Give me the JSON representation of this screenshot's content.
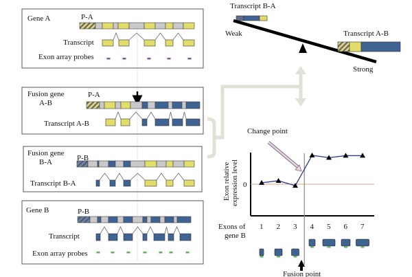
{
  "colors": {
    "gene_a_exon": "#e2dc6a",
    "gene_b_exon": "#3f6393",
    "intron": "#c9c9c9",
    "promoter_a": "#8a8450",
    "promoter_b": "#5f6e88",
    "probe_a": "#7a5a90",
    "probe_b": "#5fb05a",
    "bracket": "#e3e0d6",
    "zero_line": "#d9a18e",
    "line": "#2b3a8a"
  },
  "panels": {
    "gene_a": {
      "title": "Gene A",
      "promoter": "P-A",
      "transcript_label": "Transcript",
      "probes_label": "Exon array probes"
    },
    "fusion_ab": {
      "title_line1": "Fusion gene",
      "title_line2": "A-B",
      "promoter": "P-A",
      "transcript_label": "Transcript A-B"
    },
    "fusion_ba": {
      "title_line1": "Fusion gene",
      "title_line2": "B-A",
      "promoter": "P-B",
      "transcript_label": "Transcript B-A"
    },
    "gene_b": {
      "title": "Gene B",
      "promoter": "P-B",
      "transcript_label": "Transcript",
      "probes_label": "Exon array probes"
    }
  },
  "seesaw": {
    "left_label": "Transcript B-A",
    "left_weight": "Weak",
    "right_label": "Transcript A-B",
    "right_weight": "Strong"
  },
  "chart_data": {
    "type": "line",
    "title": "",
    "annotation_change": "Change point",
    "annotation_fusion": "Fusion point",
    "ylabel_line1": "Exon relative",
    "ylabel_line2": "expression level",
    "xlabel_line1": "Exons of",
    "xlabel_line2": "gene B",
    "y_tick": "0",
    "categories": [
      "1",
      "2",
      "3",
      "4",
      "5",
      "6",
      "7"
    ],
    "x": [
      1,
      2,
      3,
      4,
      5,
      6,
      7
    ],
    "values": [
      0.05,
      0.12,
      -0.05,
      1.0,
      0.92,
      0.99,
      0.99
    ],
    "ylim": [
      -1,
      1.2
    ],
    "change_point_between": [
      3,
      4
    ],
    "grid": false
  }
}
